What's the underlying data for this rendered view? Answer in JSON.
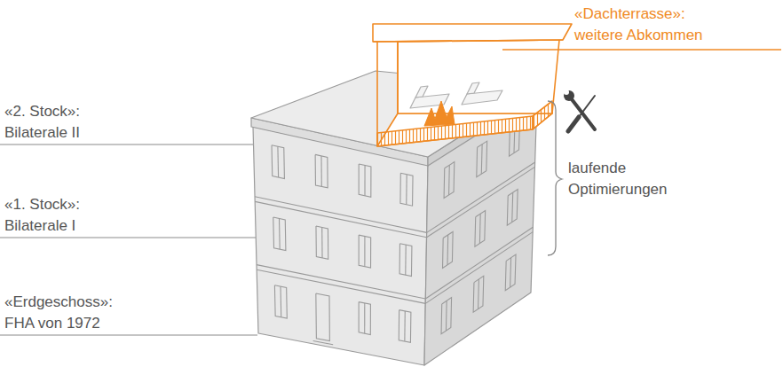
{
  "diagram": {
    "labels": [
      "«Dachterrasse»: weitere Abkommen",
      "«2. Stock»: Bilaterale II",
      "«1. Stock»: Bilaterale I",
      "«Erdgeschoss»: FHA von 1972",
      "laufende Optimierungen"
    ]
  }
}
